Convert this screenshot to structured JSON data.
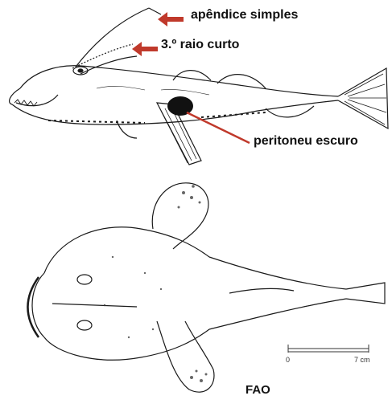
{
  "labels": {
    "appendix": "apêndice simples",
    "ray": "3.º raio curto",
    "peritoneum": "peritoneu escuro",
    "source": "FAO"
  },
  "scale_bar": {
    "start": "0",
    "end": "7 cm"
  },
  "colors": {
    "arrow": "#c0392b",
    "ink": "#1a1a1a",
    "peritoneum": "#111111"
  }
}
